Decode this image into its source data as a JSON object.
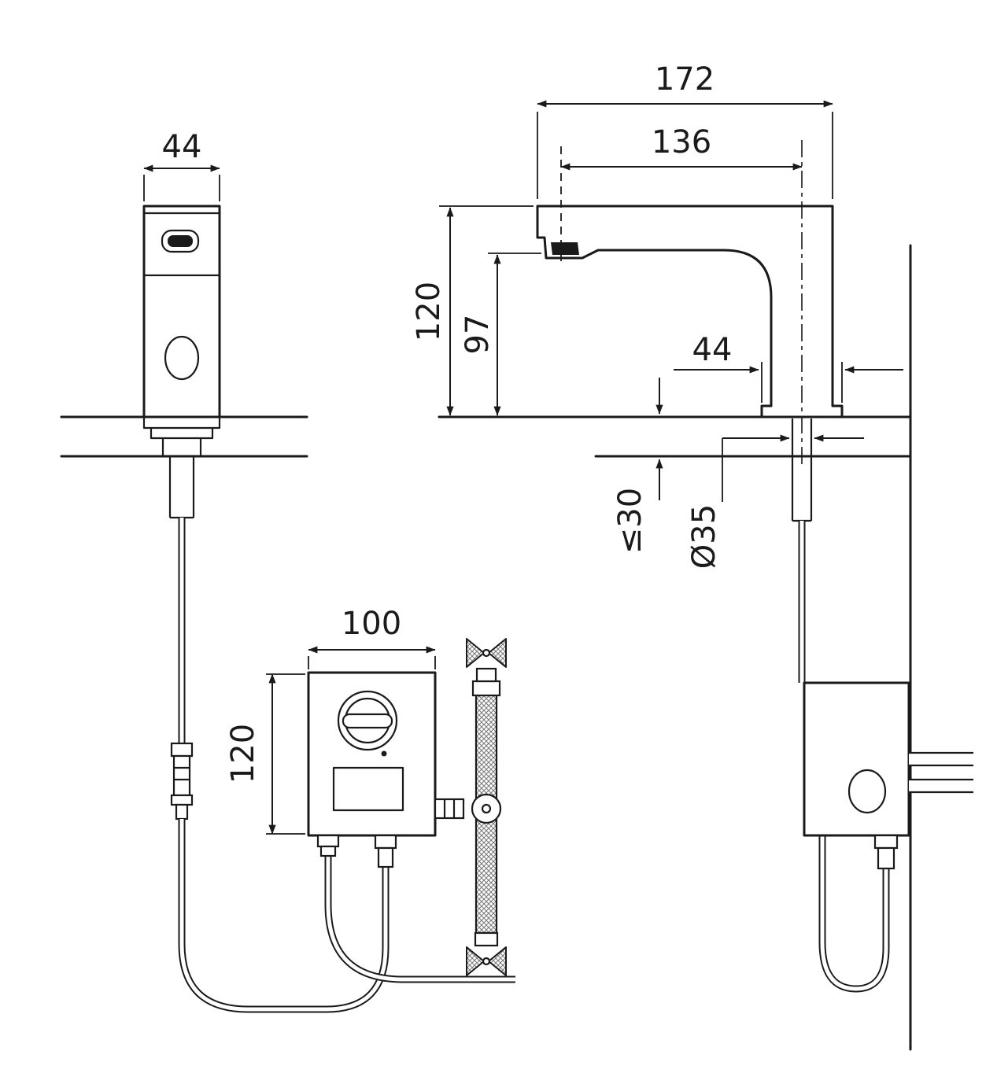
{
  "title": "Sensor faucet technical installation drawing",
  "colors": {
    "line": "#1a1a1a",
    "background": "#ffffff",
    "braid_hatch": "#777777"
  },
  "views": {
    "faucet_front": {
      "label": "faucet front view with deck and supply hose",
      "dims": {
        "width": "44"
      }
    },
    "faucet_side": {
      "label": "faucet side view with wall, deck and control box",
      "dims": {
        "overall_depth": "172",
        "spout_projection": "136",
        "total_height": "120",
        "outlet_height": "97",
        "base_width": "44",
        "max_deck_thickness": "≤30",
        "hole_diameter": "Ø35"
      }
    },
    "control_box_front": {
      "label": "control box front view with stop valve and hoses",
      "dims": {
        "width": "100",
        "height": "120"
      }
    },
    "control_box_side": {
      "label": "control box side view with wall pipes and hose loop",
      "dims": {}
    }
  }
}
